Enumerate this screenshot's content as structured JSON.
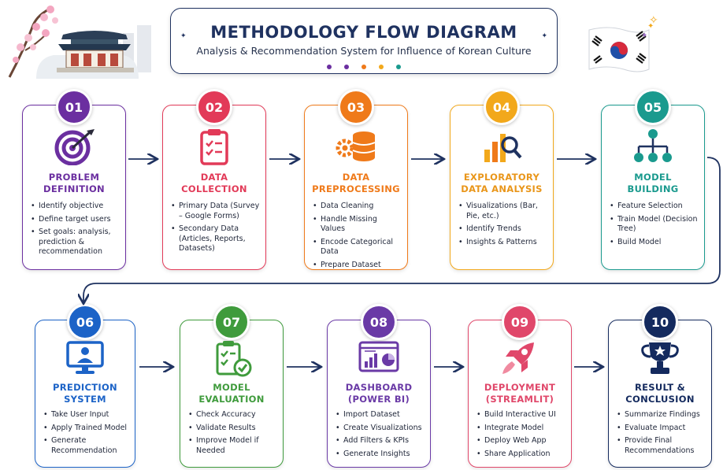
{
  "header": {
    "title": "METHODOLOGY FLOW DIAGRAM",
    "subtitle": "Analysis & Recommendation System for Influence of Korean Culture"
  },
  "steps": [
    {
      "number": "01",
      "title_lines": [
        "PROBLEM",
        "DEFINITION"
      ],
      "color": "#6b2fa0",
      "items": [
        "Identify objective",
        "Define target users",
        "Set goals: analysis, prediction & recommendation"
      ]
    },
    {
      "number": "02",
      "title_lines": [
        "DATA",
        "COLLECTION"
      ],
      "color": "#e23a58",
      "items": [
        "Primary Data (Survey – Google Forms)",
        "Secondary Data (Articles, Reports, Datasets)"
      ]
    },
    {
      "number": "03",
      "title_lines": [
        "DATA",
        "PREPROCESSING"
      ],
      "color": "#ef7a1a",
      "items": [
        "Data Cleaning",
        "Handle Missing Values",
        "Encode Categorical Data",
        "Prepare Dataset"
      ]
    },
    {
      "number": "04",
      "title_lines": [
        "EXPLORATORY",
        "DATA ANALYSIS"
      ],
      "color": "#f2a81b",
      "items": [
        "Visualizations (Bar, Pie, etc.)",
        "Identify Trends",
        "Insights & Patterns"
      ]
    },
    {
      "number": "05",
      "title_lines": [
        "MODEL",
        "BUILDING"
      ],
      "color": "#1a9a8e",
      "items": [
        "Feature Selection",
        "Train Model (Decision Tree)",
        "Build Model"
      ]
    },
    {
      "number": "06",
      "title_lines": [
        "PREDICTION",
        "SYSTEM"
      ],
      "color": "#1c63c7",
      "items": [
        "Take User Input",
        "Apply Trained Model",
        "Generate Recommendation"
      ]
    },
    {
      "number": "07",
      "title_lines": [
        "MODEL",
        "EVALUATION"
      ],
      "color": "#3f9b3c",
      "items": [
        "Check Accuracy",
        "Validate Results",
        "Improve Model if Needed"
      ]
    },
    {
      "number": "08",
      "title_lines": [
        "DASHBOARD",
        "(POWER BI)"
      ],
      "color": "#6a3aa6",
      "items": [
        "Import Dataset",
        "Create Visualizations",
        "Add Filters & KPIs",
        "Generate Insights"
      ]
    },
    {
      "number": "09",
      "title_lines": [
        "DEPLOYMENT",
        "(STREAMLIT)"
      ],
      "color": "#e0476a",
      "items": [
        "Build Interactive UI",
        "Integrate Model",
        "Deploy Web App",
        "Share Application"
      ]
    },
    {
      "number": "10",
      "title_lines": [
        "RESULT &",
        "CONCLUSION"
      ],
      "color": "#142a5e",
      "items": [
        "Summarize Findings",
        "Evaluate Impact",
        "Provide Final Recommendations"
      ]
    }
  ],
  "colors": {
    "navy": "#1f3260",
    "purple": "#6b2fa0",
    "orange": "#ef7a1a",
    "yellow": "#f2a81b",
    "teal": "#1a9a8e"
  }
}
